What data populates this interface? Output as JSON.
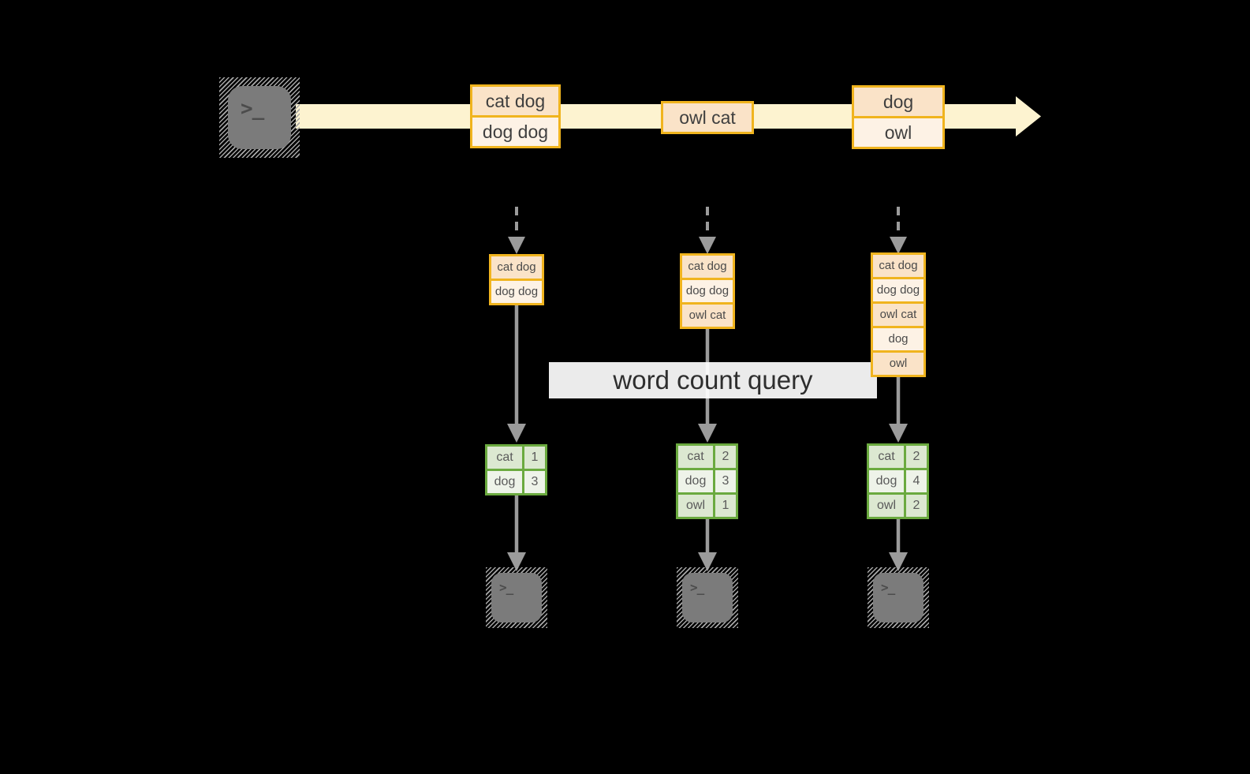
{
  "query": {
    "label": "word count query"
  },
  "terminal": {
    "glyph": ">_"
  },
  "stream": {
    "batches": [
      {
        "events": [
          {
            "text": "cat dog"
          },
          {
            "text": "dog dog"
          }
        ]
      },
      {
        "events": [
          {
            "text": "owl cat"
          }
        ]
      },
      {
        "events": [
          {
            "text": "dog"
          },
          {
            "text": "owl"
          }
        ]
      }
    ]
  },
  "columns": [
    {
      "state_rows": [
        "cat dog",
        "dog dog"
      ],
      "counts": [
        {
          "word": "cat",
          "count": "1"
        },
        {
          "word": "dog",
          "count": "3"
        }
      ]
    },
    {
      "state_rows": [
        "cat dog",
        "dog dog",
        "owl cat"
      ],
      "counts": [
        {
          "word": "cat",
          "count": "2"
        },
        {
          "word": "dog",
          "count": "3"
        },
        {
          "word": "owl",
          "count": "1"
        }
      ]
    },
    {
      "state_rows": [
        "cat dog",
        "dog dog",
        "owl cat",
        "dog",
        "owl"
      ],
      "counts": [
        {
          "word": "cat",
          "count": "2"
        },
        {
          "word": "dog",
          "count": "4"
        },
        {
          "word": "owl",
          "count": "2"
        }
      ]
    }
  ],
  "colors": {
    "background": "#000000",
    "stream_band": "#fdf3d0",
    "event_border": "#f0b41e",
    "event_peach": "#fae3c8",
    "event_cream": "#fdf2e5",
    "table_border": "#6baa3f",
    "table_cell_dark": "#dce8d1",
    "table_cell_light": "#eef3e9",
    "arrow_gray": "#9b9b9b",
    "terminal_gray": "#7b7b7b",
    "text_dark": "#3f3f3f"
  }
}
